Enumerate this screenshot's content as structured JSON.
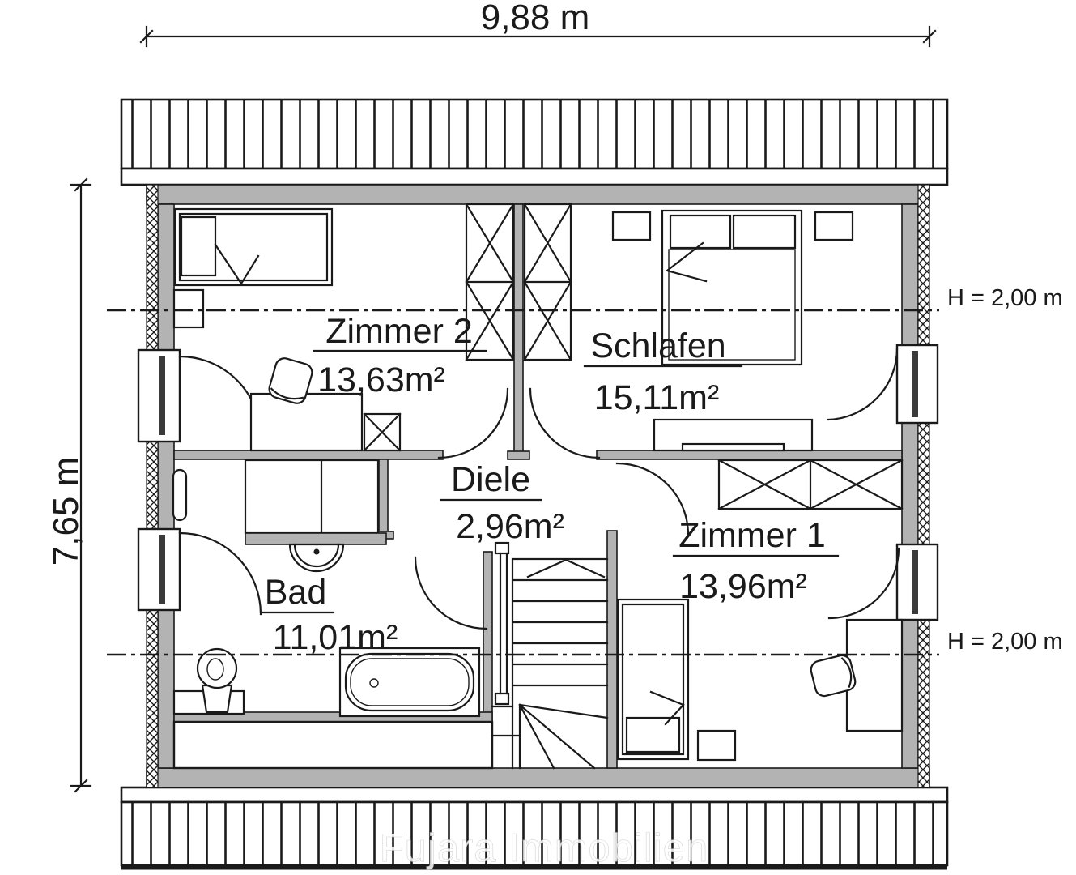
{
  "dimensions": {
    "overall_width": "9,88 m",
    "overall_height": "7,65 m"
  },
  "height_markers": [
    {
      "label": "H = 2,00 m"
    },
    {
      "label": "H = 2,00 m"
    }
  ],
  "rooms": [
    {
      "name": "Zimmer 2",
      "area": "13,63m²"
    },
    {
      "name": "Schlafen",
      "area": "15,11m²"
    },
    {
      "name": "Diele",
      "area": "2,96m²"
    },
    {
      "name": "Zimmer 1",
      "area": "13,96m²"
    },
    {
      "name": "Bad",
      "area": "11,01m²"
    }
  ],
  "watermark": "Fujara Immobilien",
  "colors": {
    "wall_fill": "#b3b3b3",
    "line": "#1a1a1a",
    "watermark": "#ffffff"
  }
}
